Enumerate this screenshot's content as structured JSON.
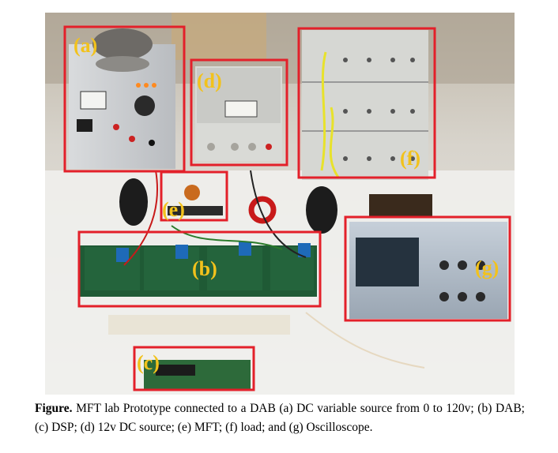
{
  "figure": {
    "labels": {
      "a": "(a)",
      "b": "(b)",
      "c": "(c)",
      "d": "(d)",
      "e": "(e)",
      "f": "(f)",
      "g": "(g)"
    }
  },
  "caption": {
    "prefix": "Figure.",
    "text": " MFT lab Prototype connected to a DAB (a) DC variable source from 0 to 120v; (b) DAB; (c) DSP; (d) 12v DC source; (e) MFT; (f) load; and (g) Oscilloscope."
  }
}
